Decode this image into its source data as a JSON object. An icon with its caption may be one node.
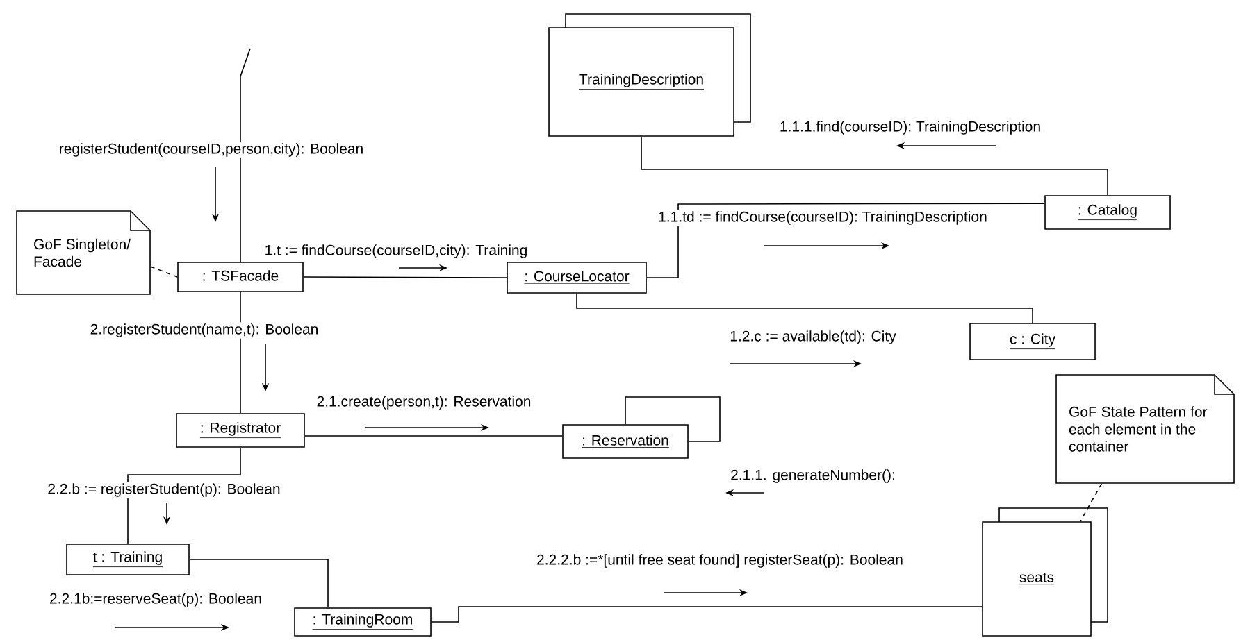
{
  "diagram": {
    "nodes": [
      {
        "text": [
          "TrainingDescription"
        ]
      },
      {
        "text": [
          "GoF Singleton/ Facade"
        ]
      },
      {
        "text": [
          ": TSFacade"
        ]
      },
      {
        "text": [
          ": CourseLocator"
        ]
      },
      {
        "text": [
          ": Catalog"
        ]
      },
      {
        "text": [
          "c : City"
        ]
      },
      {
        "text": [
          ": Registrator"
        ]
      },
      {
        "text": [
          ": Reservation"
        ]
      },
      {
        "text": [
          "GoF State Pattern for each element in the container"
        ]
      },
      {
        "text": [
          "t : Training"
        ]
      },
      {
        "text": [
          ": TrainingRoom"
        ]
      },
      {
        "text": [
          "seats"
        ]
      }
    ],
    "edges": [
      {
        "from": null,
        "to": 2,
        "arrow": "none",
        "label": "registerStudent(courseID,person,city): Boolean"
      },
      {
        "from": 2,
        "to": 3,
        "arrow": "none",
        "label": "1.t := findCourse(courseID,city): Training"
      },
      {
        "from": 3,
        "to": 4,
        "arrow": "none",
        "label": "1.1.td := findCourse(courseID): TrainingDescription"
      },
      {
        "from": 4,
        "to": 0,
        "arrow": "none",
        "label": "1.1.1.find(courseID): TrainingDescription"
      },
      {
        "from": 3,
        "to": 5,
        "arrow": "none",
        "label": "1.2.c := available(td): City"
      },
      {
        "from": 2,
        "to": 6,
        "arrow": "none",
        "label": "2.registerStudent(name,t): Boolean"
      },
      {
        "from": 6,
        "to": 7,
        "arrow": "none",
        "label": "2.1.create(person,t): Reservation"
      },
      {
        "from": 7,
        "to": 7,
        "arrow": "none",
        "label": "2.1.1. generateNumber():"
      },
      {
        "from": 6,
        "to": 9,
        "arrow": "none",
        "label": "2.2.b := registerStudent(p): Boolean"
      },
      {
        "from": 9,
        "to": 10,
        "arrow": "none",
        "label": "2.2.1b:=reserveSeat(p): Boolean"
      },
      {
        "from": 10,
        "to": 11,
        "arrow": "none",
        "label": "2.2.2.b :=*[until free seat found] registerSeat(p): Boolean"
      },
      {
        "from": 8,
        "to": 11,
        "arrow": "none",
        "style": "dashed"
      },
      {
        "from": 1,
        "to": 2,
        "arrow": "none",
        "style": "dashed"
      }
    ]
  }
}
